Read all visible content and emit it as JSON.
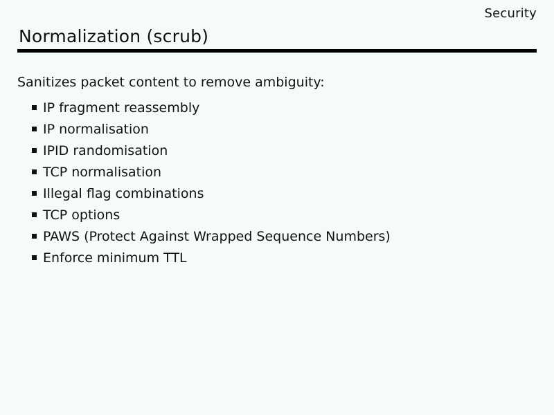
{
  "slide": {
    "context_label": "Security",
    "title": "Normalization (scrub)",
    "intro": "Sanitizes packet content to remove ambiguity:",
    "bullets": [
      "IP fragment reassembly",
      "IP normalisation",
      "IPID randomisation",
      "TCP normalisation",
      "Illegal flag combinations",
      "TCP options",
      "PAWS (Protect Against Wrapped Sequence Numbers)",
      "Enforce minimum TTL"
    ],
    "colors": {
      "background": "#f5fcf7",
      "text": "#111111",
      "rule": "#000000",
      "bullet": "#111111"
    }
  }
}
